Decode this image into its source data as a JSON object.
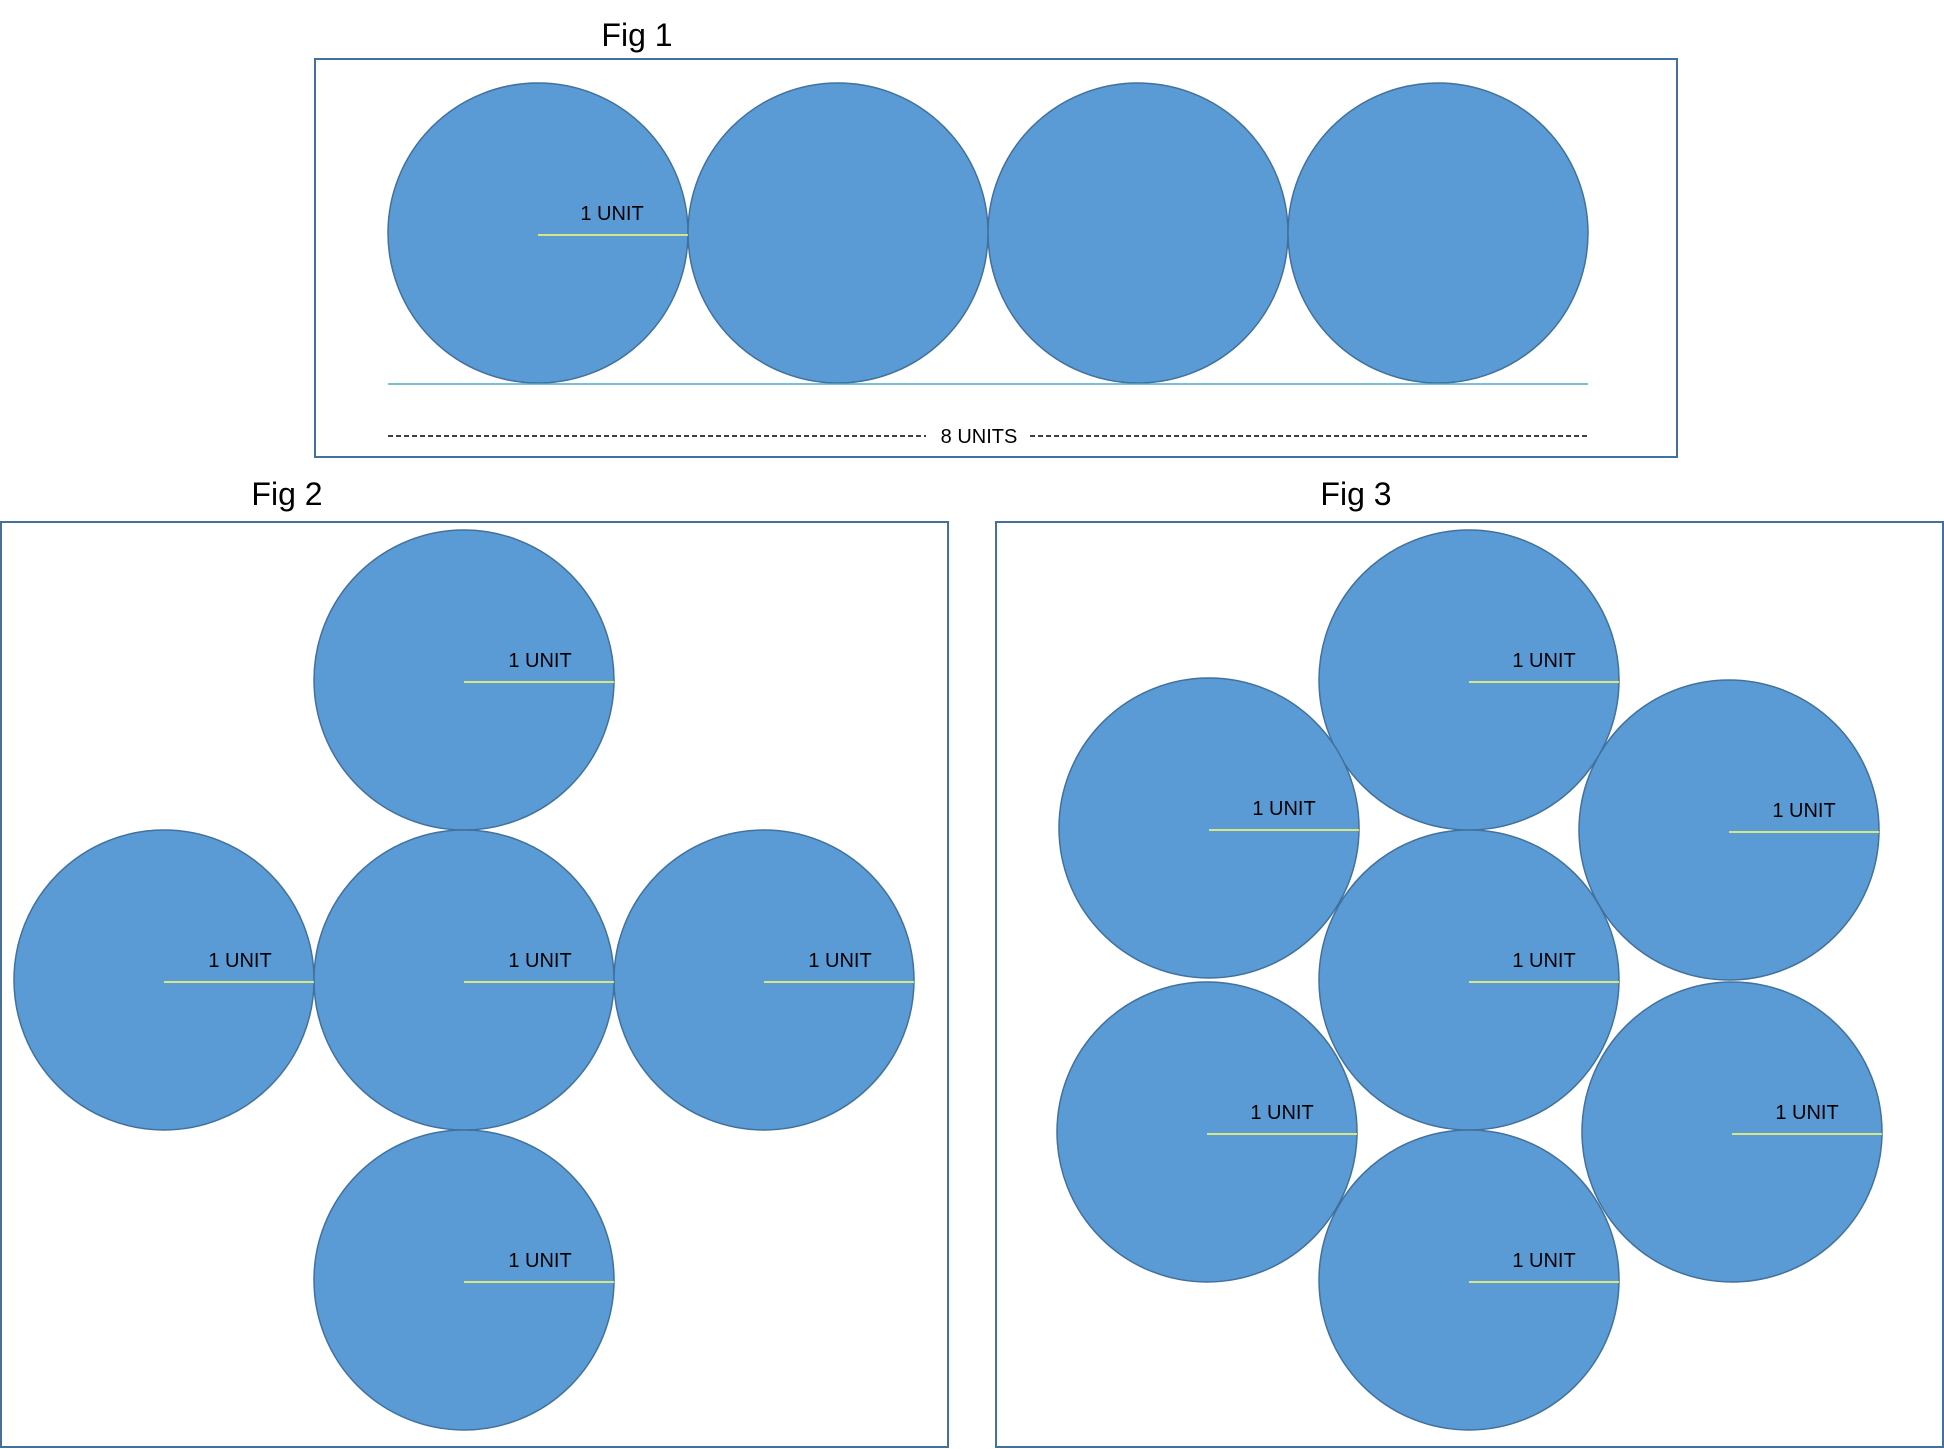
{
  "colors": {
    "circle_fill": "#5b9bd5",
    "circle_stroke": "#41719c",
    "frame_stroke": "#41719c",
    "radius_line": "#ffff66",
    "baseline": "#4bacc6"
  },
  "fig1": {
    "title": "Fig 1",
    "radius_label": "1 UNIT",
    "span_label": "8 UNITS"
  },
  "fig2": {
    "title": "Fig 2",
    "radius_label": "1 UNIT"
  },
  "fig3": {
    "title": "Fig 3",
    "radius_label": "1 UNIT"
  }
}
